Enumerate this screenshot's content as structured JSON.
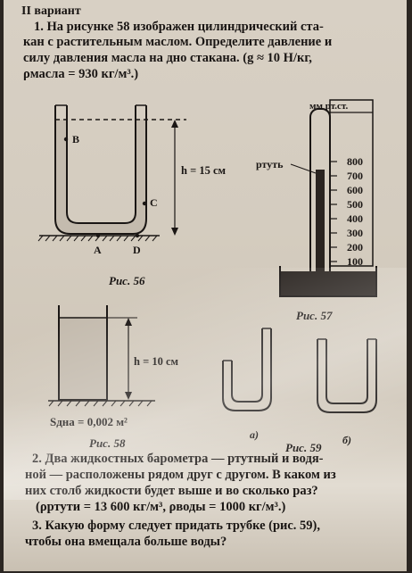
{
  "header": {
    "variant": "II вариант"
  },
  "problem1": {
    "lines": [
      "1. На рисунке 58 изображен цилиндрический ста-",
      "кан с растительным маслом. Определите давление и",
      "силу давления масла на дно стакана. (g ≈ 10 Н/кг,",
      "ρмасла = 930 кг/м³.)"
    ]
  },
  "fig56": {
    "caption": "Рис. 56",
    "height_label": "h = 15 см",
    "point_b": "B",
    "point_c": "C",
    "point_a": "A",
    "point_d": "D"
  },
  "fig57": {
    "caption": "Рис. 57",
    "unit": "мм рт.ст.",
    "mercury_label": "ртуть",
    "scale": [
      "800",
      "700",
      "600",
      "500",
      "400",
      "300",
      "200",
      "100"
    ]
  },
  "fig58": {
    "caption": "Рис. 58",
    "height_label": "h = 10 см",
    "area_label": "Sдна = 0,002 м²"
  },
  "fig59": {
    "caption": "Рис. 59",
    "label_a": "а)",
    "label_b": "б)"
  },
  "problem2": {
    "lines": [
      "2. Два жидкостных барометра — ртутный и водя-",
      "ной — расположены рядом друг с другом. В каком из",
      "них столб жидкости будет выше и во сколько раз?",
      "(ρртути = 13 600 кг/м³, ρводы = 1000 кг/м³.)"
    ]
  },
  "problem3": {
    "lines": [
      "3. Какую форму следует придать трубке (рис. 59),",
      "чтобы она вмещала больше воды?"
    ]
  }
}
